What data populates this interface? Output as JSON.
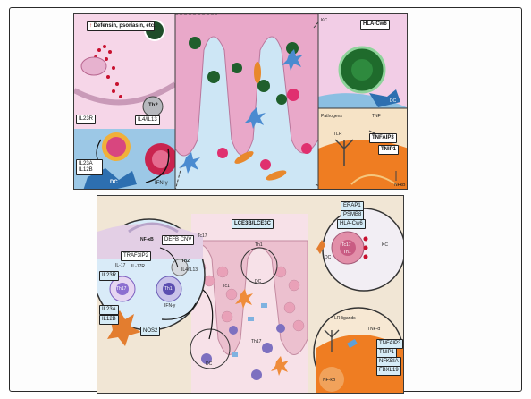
{
  "panel_a": {
    "defensin_box": {
      "arrow": "↑",
      "text": "Defensin, psoriasin, etc."
    },
    "th2": "Th2",
    "il4_il13": "IL4/IL13",
    "il23r": "IL23R",
    "il23a_il12b": "IL23A\nIL12B",
    "dc": "DC",
    "ifn": "IFN-γ",
    "kc": "KC",
    "hla_cw6": "HLA-Cw6",
    "dc_right": "DC",
    "pathogens": "Pathogens",
    "tnf": "TNF",
    "tlr": "TLR",
    "tnfaip3": "TNFAIP3",
    "tnip1": "TNIP1",
    "nfkb": "NFκB"
  },
  "panel_b": {
    "lce": "LCE3B/LCE3C",
    "nfkb_top": "NF-κB",
    "defb_cnv": "DEFB CNV",
    "traf3ip2": "TRAF3IP2",
    "il17": "IL-17",
    "il17r": "IL-17R",
    "th2": "Th2",
    "il4_il13": "IL4/IL13",
    "il23r": "IL23R",
    "th17": "Th17",
    "th1": "Th1",
    "ifn": "IFN-γ",
    "il23a": "IL23A",
    "il12b": "IL12B",
    "nos2": "NOS2",
    "tc17_1": "Tc17",
    "th1_mid": "Th1",
    "tc1": "Tc1",
    "th17_mid": "Th17",
    "dc_mid": "DC",
    "dc_bottom": "DC",
    "erap1": "ERAP1",
    "psmb8": "PSMB8",
    "hla_cw6": "HLA-Cw6",
    "dc_circle": "DC",
    "kc": "KC",
    "tc17": "Tc17",
    "tlr_ligands": "TLR ligands",
    "tnf": "TNF-α",
    "tnfaip3": "TNFAIP3",
    "tnip1": "TNIP1",
    "nfkbia": "NFKBIA",
    "fbxl19": "FBXL19",
    "nfkb_bottom": "NF-κB"
  }
}
